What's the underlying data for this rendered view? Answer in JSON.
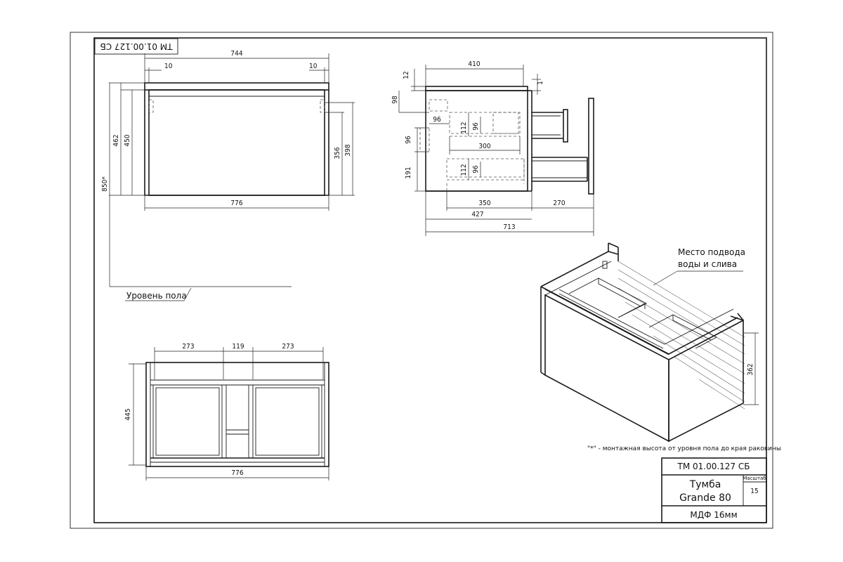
{
  "stamp": {
    "code": "ТМ 01.00.127 СБ",
    "name_line1": "Тумба",
    "name_line2": "Grande 80",
    "material": "МДФ 16мм",
    "scale_label": "Масштаб",
    "scale_value": "15"
  },
  "mirrored_code": "ТМ 01.00.127 СБ",
  "front_view": {
    "width_top": "744",
    "offset_left": "10",
    "offset_right": "10",
    "height_462": "462",
    "height_450": "450",
    "height_850": "850*",
    "height_356": "356",
    "height_398": "398",
    "width_bottom": "776",
    "floor_label": "Уровень пола"
  },
  "side_view": {
    "depth_410": "410",
    "dim_12": "12",
    "dim_1": "1",
    "dim_98": "98",
    "dim_96_a": "96",
    "dim_96_b": "96",
    "dim_191": "191",
    "dim_96_h": "96",
    "dim_112_a": "112",
    "dim_96_c": "96",
    "dim_300": "300",
    "dim_112_b": "112",
    "dim_96_d": "96",
    "dim_350": "350",
    "dim_270": "270",
    "dim_427": "427",
    "dim_713": "713"
  },
  "top_view": {
    "dim_273_a": "273",
    "dim_119": "119",
    "dim_273_b": "273",
    "dim_445": "445",
    "dim_776": "776"
  },
  "iso_view": {
    "callout_line1": "Место подвода",
    "callout_line2": "воды и слива",
    "dim_362": "362"
  },
  "footnote": "\"*\" - монтажная высота от уровня пола до края раковины"
}
